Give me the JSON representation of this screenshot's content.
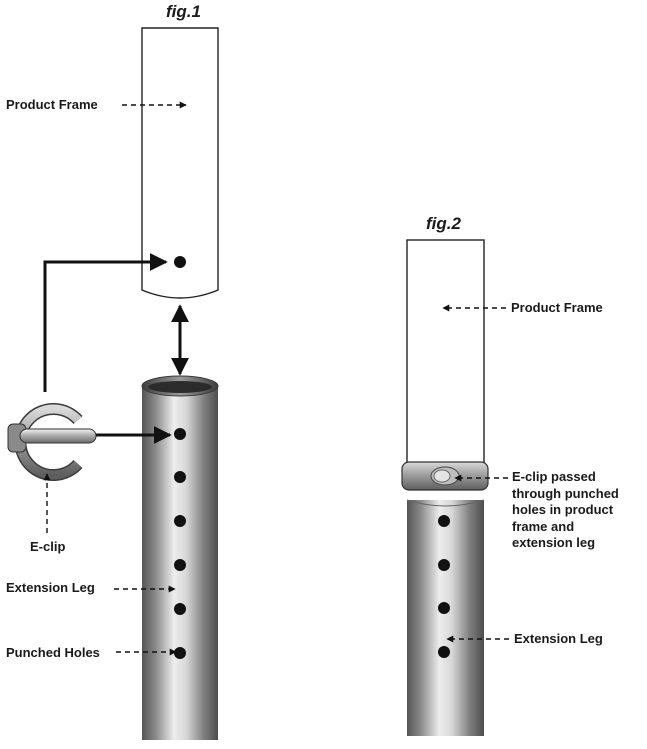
{
  "figures": {
    "fig1": {
      "title": "fig.1",
      "labels": {
        "product_frame": "Product Frame",
        "e_clip": "E-clip",
        "extension_leg": "Extension Leg",
        "punched_holes": "Punched Holes"
      }
    },
    "fig2": {
      "title": "fig.2",
      "labels": {
        "product_frame": "Product Frame",
        "e_clip_passed": [
          "E-clip passed",
          "through punched",
          "holes in product",
          "frame and",
          "extension leg"
        ],
        "extension_leg": "Extension Leg"
      }
    }
  },
  "colors": {
    "ink": "#1a1a1a",
    "tube_dark": "#5c5c5c",
    "tube_light": "#e6e6e6",
    "frame_fill": "#ffffff"
  }
}
